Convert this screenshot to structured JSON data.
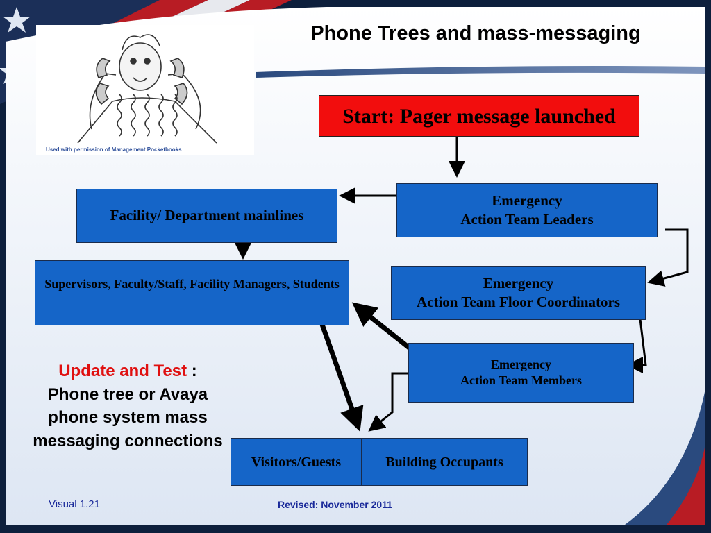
{
  "title": "Phone Trees and mass-messaging",
  "image_caption": "Used with permission of Management Pocketbooks",
  "boxes": {
    "start": "Start: Pager message launched",
    "leaders_line1": "Emergency",
    "leaders_line2": "Action Team Leaders",
    "mainlines": "Facility/ Department mainlines",
    "supervisors": "Supervisors, Faculty/Staff, Facility Managers, Students",
    "floor_line1": "Emergency",
    "floor_line2": "Action Team Floor Coordinators",
    "members_line1": "Emergency",
    "members_line2": "Action Team Members",
    "visitors": "Visitors/Guests",
    "occupants": "Building Occupants"
  },
  "note": {
    "highlight": "Update and Test",
    "colon": " :",
    "body": "Phone tree or Avaya phone system mass messaging connections"
  },
  "footer": {
    "left": "Visual 1.21",
    "center": "Revised:  November 2011"
  },
  "colors": {
    "box_fill": "#1565c8",
    "start_fill": "#f20d0d",
    "note_highlight": "#e01010",
    "footer_text": "#1a2a9a",
    "frame_dark": "#0d1f3c",
    "frame_red": "#b81c24"
  }
}
